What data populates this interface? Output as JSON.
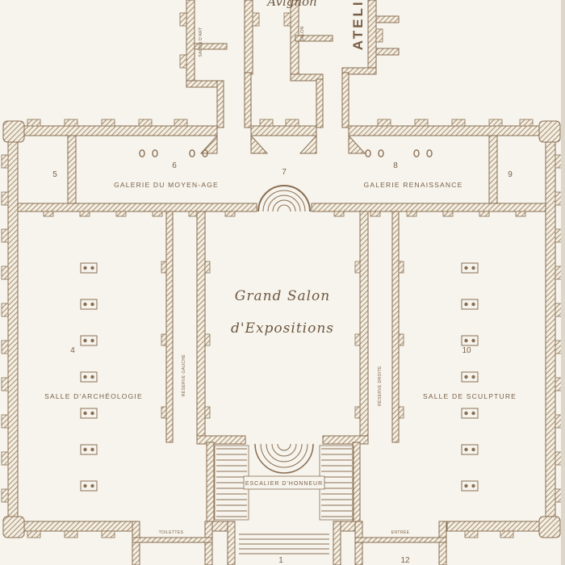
{
  "plan": {
    "kind": "museum floor plan",
    "ink_color": "#8a6e52",
    "paper_color": "#f6f4ed"
  },
  "labels": {
    "pavilion_top": "Avignon",
    "salon_top_left": "SALON D'ART",
    "atelier": "ATELIER",
    "salon_top_right": "SALON",
    "galerie_moyen_age": "GALERIE DU MOYEN-AGE",
    "galerie_renaissance": "GALERIE RENAISSANCE",
    "grand_salon_1": "Grand Salon",
    "grand_salon_2": "d'Expositions",
    "salle_archeologie": "SALLE D'ARCHÉOLOGIE",
    "salle_sculpture": "SALLE DE SCULPTURE",
    "escalier_honneur": "ESCALIER D'HONNEUR",
    "reserve_gauche": "RÉSERVE GAUCHE",
    "reserve_droite": "RÉSERVE DROITE",
    "toilettes": "TOILETTES",
    "entree": "ENTRÉE"
  },
  "numbers": {
    "room1": "1",
    "room4": "4",
    "room5": "5",
    "room6": "6",
    "room7": "7",
    "room8": "8",
    "room9": "9",
    "room10": "10",
    "room12": "12"
  }
}
